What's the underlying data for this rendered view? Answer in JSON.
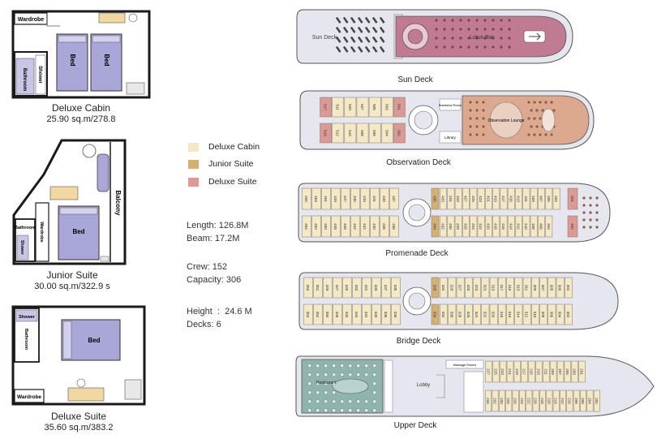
{
  "colors": {
    "deluxe_cabin": "#f5e8c4",
    "junior_suite": "#d5b070",
    "deluxe_suite": "#dd9a94",
    "bed_fill": "#a9a6d8",
    "wall": "#1a1a1a",
    "lounge": "#dca88e",
    "restaurant": "#8fb3ad",
    "sun_lounge": "#c07b93",
    "hull": "#e6e6ef"
  },
  "floorplans": {
    "deluxe_cabin": {
      "labels": {
        "wardrobe": "Wardrobe",
        "bed_a": "Bed",
        "bed_b": "Bed",
        "bathroom": "Bathroom",
        "shower": "Shower"
      },
      "title": "Deluxe Cabin",
      "area": "25.90 sq.m/278.8"
    },
    "junior_suite": {
      "labels": {
        "bed": "Bed",
        "balcony": "Balcony",
        "wardrobe": "Wardrobe",
        "bathroom": "Bathroom",
        "shower": "Shower"
      },
      "title": "Junior Suite",
      "area": "30.00 sq.m/322.9 s"
    },
    "deluxe_suite": {
      "labels": {
        "bed": "Bed",
        "bathroom": "Bathroom",
        "shower": "Shower",
        "wardrobe": "Wardrobe"
      },
      "title": "Deluxe Suite",
      "area": "35.60 sq.m/383.2"
    }
  },
  "legend": [
    {
      "label": "Deluxe Cabin",
      "color_key": "deluxe_cabin"
    },
    {
      "label": "Junior Suite",
      "color_key": "junior_suite"
    },
    {
      "label": "Deluxe Suite",
      "color_key": "deluxe_suite"
    }
  ],
  "specs": {
    "length": "Length: 126.8M",
    "beam": "Beam: 17.2M",
    "crew": "Crew: 152",
    "capacity": "Capacity: 306",
    "height": "Height  :  24.6 M",
    "decks": "Decks: 6"
  },
  "decks": {
    "sun": {
      "name": "Sun Deck",
      "labels": {
        "sun_deck": "Sun Deck",
        "lotus_bar": "Lotus Bar"
      }
    },
    "observation": {
      "name": "Observation Deck",
      "labels": {
        "observation_lounge": "Observation Lounge",
        "library": "Library",
        "business_room": "Business Room"
      },
      "upper_cabins": [
        "517",
        "511",
        "509",
        "507",
        "505",
        "503",
        "501"
      ],
      "lower_cabins": [
        "516",
        "512",
        "510",
        "508",
        "506",
        "504",
        "502"
      ]
    },
    "promenade": {
      "name": "Promenade Deck",
      "upper_cabins": [
        "455",
        "453",
        "451",
        "449",
        "447",
        "445",
        "443",
        "441",
        "439",
        "437",
        "435",
        "433",
        "431",
        "429",
        "427",
        "425",
        "423",
        "421",
        "419",
        "417",
        "415",
        "413",
        "411",
        "409",
        "407",
        "405",
        "403",
        "401"
      ],
      "lower_cabins": [
        "454",
        "452",
        "450",
        "448",
        "446",
        "444",
        "442",
        "440",
        "438",
        "436",
        "434",
        "432",
        "430",
        "428",
        "426",
        "424",
        "422",
        "420",
        "418",
        "416",
        "414",
        "412",
        "410",
        "408",
        "406",
        "404",
        "402"
      ]
    },
    "bridge": {
      "name": "Bridge Deck",
      "upper_cabins": [
        "353",
        "351",
        "349",
        "347",
        "345",
        "343",
        "341",
        "339",
        "337",
        "335",
        "333",
        "331",
        "329",
        "327",
        "325",
        "323",
        "321",
        "319",
        "317",
        "315",
        "313",
        "311",
        "309",
        "307",
        "305",
        "303",
        "301"
      ],
      "lower_cabins": [
        "354",
        "352",
        "350",
        "348",
        "346",
        "344",
        "342",
        "340",
        "338",
        "336",
        "334",
        "332",
        "330",
        "328",
        "326",
        "324",
        "322",
        "320",
        "318",
        "316",
        "314",
        "312",
        "310",
        "308",
        "306",
        "304",
        "302"
      ]
    },
    "upper": {
      "name": "Upper Deck",
      "labels": {
        "restaurant": "Restaurant",
        "lobby": "Lobby",
        "massage_room": "Massage Rooms"
      },
      "upper_cabins": [
        "227",
        "225",
        "223",
        "221",
        "219",
        "217",
        "215",
        "213",
        "211",
        "209",
        "207",
        "205",
        "203",
        "201"
      ],
      "lower_cabins": [
        "234",
        "232",
        "230",
        "228",
        "226",
        "224",
        "222",
        "220",
        "218",
        "216",
        "214",
        "212",
        "210",
        "208",
        "206",
        "204",
        "202"
      ]
    }
  }
}
